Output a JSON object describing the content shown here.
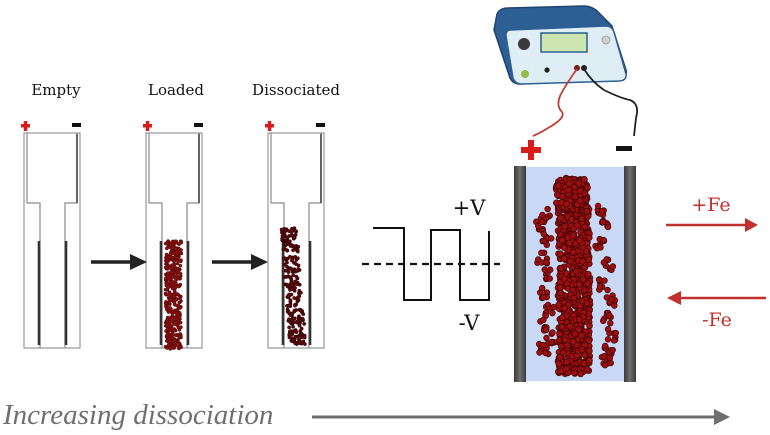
{
  "stages": [
    {
      "label": "Empty",
      "state": "empty"
    },
    {
      "label": "Loaded",
      "state": "loaded"
    },
    {
      "label": "Dissociated",
      "state": "dissociated"
    }
  ],
  "electrode_signs": {
    "positive": "+",
    "negative": "−"
  },
  "waveform": {
    "high_label": "+V",
    "low_label": "-V"
  },
  "iron_flow": {
    "add_label": "+Fe",
    "remove_label": "-Fe"
  },
  "caption": "Increasing dissociation",
  "colors": {
    "positive": "#d81c1c",
    "negative": "#111111",
    "particle": "#8a0f0f",
    "cell_fill": "#c9d8f5",
    "electrode_plate": "#4a4a4a",
    "power_supply_body": "#2d5e94",
    "power_supply_panel": "#dfeef5",
    "display": "#cfe5b0",
    "fe_arrow": "#c0302e",
    "caption": "#6f6f6f"
  }
}
